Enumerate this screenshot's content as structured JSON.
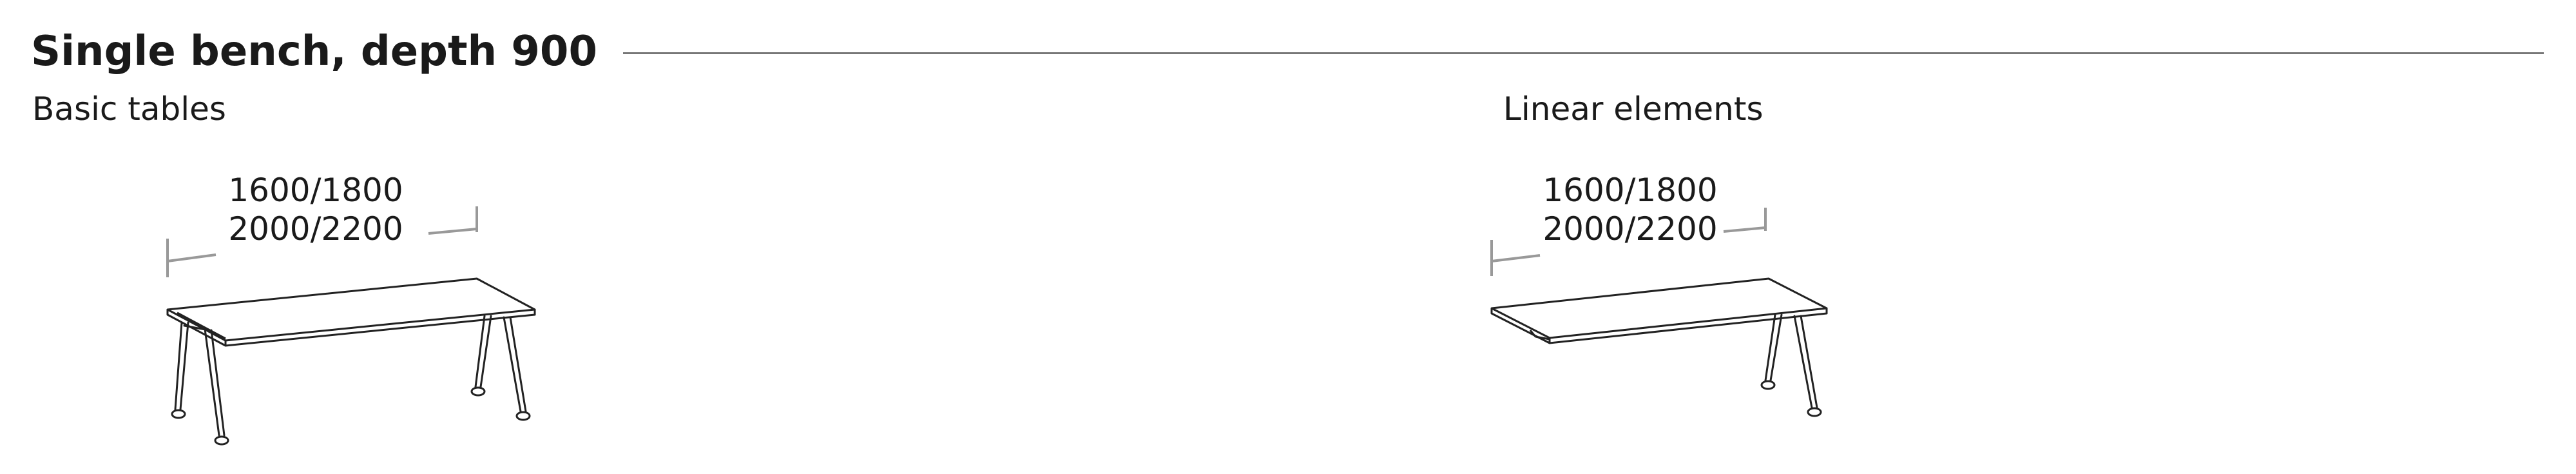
{
  "header": {
    "title": "Single bench, depth 900"
  },
  "sections": [
    {
      "label": "Basic tables",
      "dimension_line1": "1600/1800",
      "dimension_line2": "2000/2200",
      "icon": "bench-table-drawing"
    },
    {
      "label": "Linear elements",
      "dimension_line1": "1600/1800",
      "dimension_line2": "2000/2200",
      "icon": "linear-element-drawing"
    }
  ],
  "colors": {
    "text": "#1a1a1a",
    "rule": "#777777",
    "dimension": "#999999",
    "line": "#222222"
  }
}
